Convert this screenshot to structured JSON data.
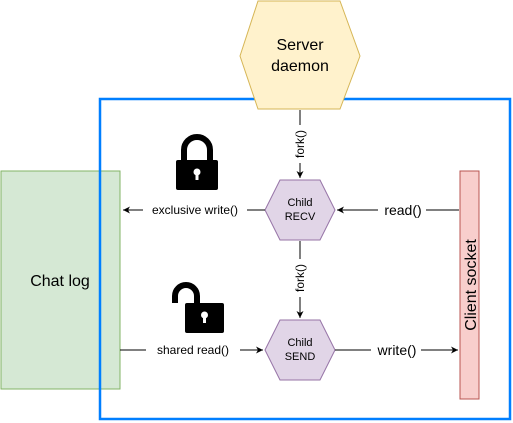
{
  "colors": {
    "server_fill": "#fff2cc",
    "server_stroke": "#d6b656",
    "child_fill": "#e1d5e7",
    "child_stroke": "#9673a6",
    "chatlog_fill": "#d5e8d4",
    "chatlog_stroke": "#82b366",
    "socket_fill": "#f8cecc",
    "socket_stroke": "#b85450",
    "boundary_stroke": "#007fff",
    "edge": "#000000"
  },
  "nodes": {
    "server": {
      "line1": "Server",
      "line2": "daemon"
    },
    "child_recv": {
      "line1": "Child",
      "line2": "RECV"
    },
    "child_send": {
      "line1": "Child",
      "line2": "SEND"
    },
    "chat_log": {
      "label": "Chat log"
    },
    "client_socket": {
      "label": "Client socket"
    }
  },
  "edges": {
    "fork_server_to_recv": "fork()",
    "fork_recv_to_send": "fork()",
    "exclusive_write": "exclusive write()",
    "socket_read": "read()",
    "shared_read": "shared read()",
    "socket_write": "write()"
  },
  "icons": {
    "locked": "lock-closed-icon",
    "unlocked": "lock-open-icon"
  }
}
